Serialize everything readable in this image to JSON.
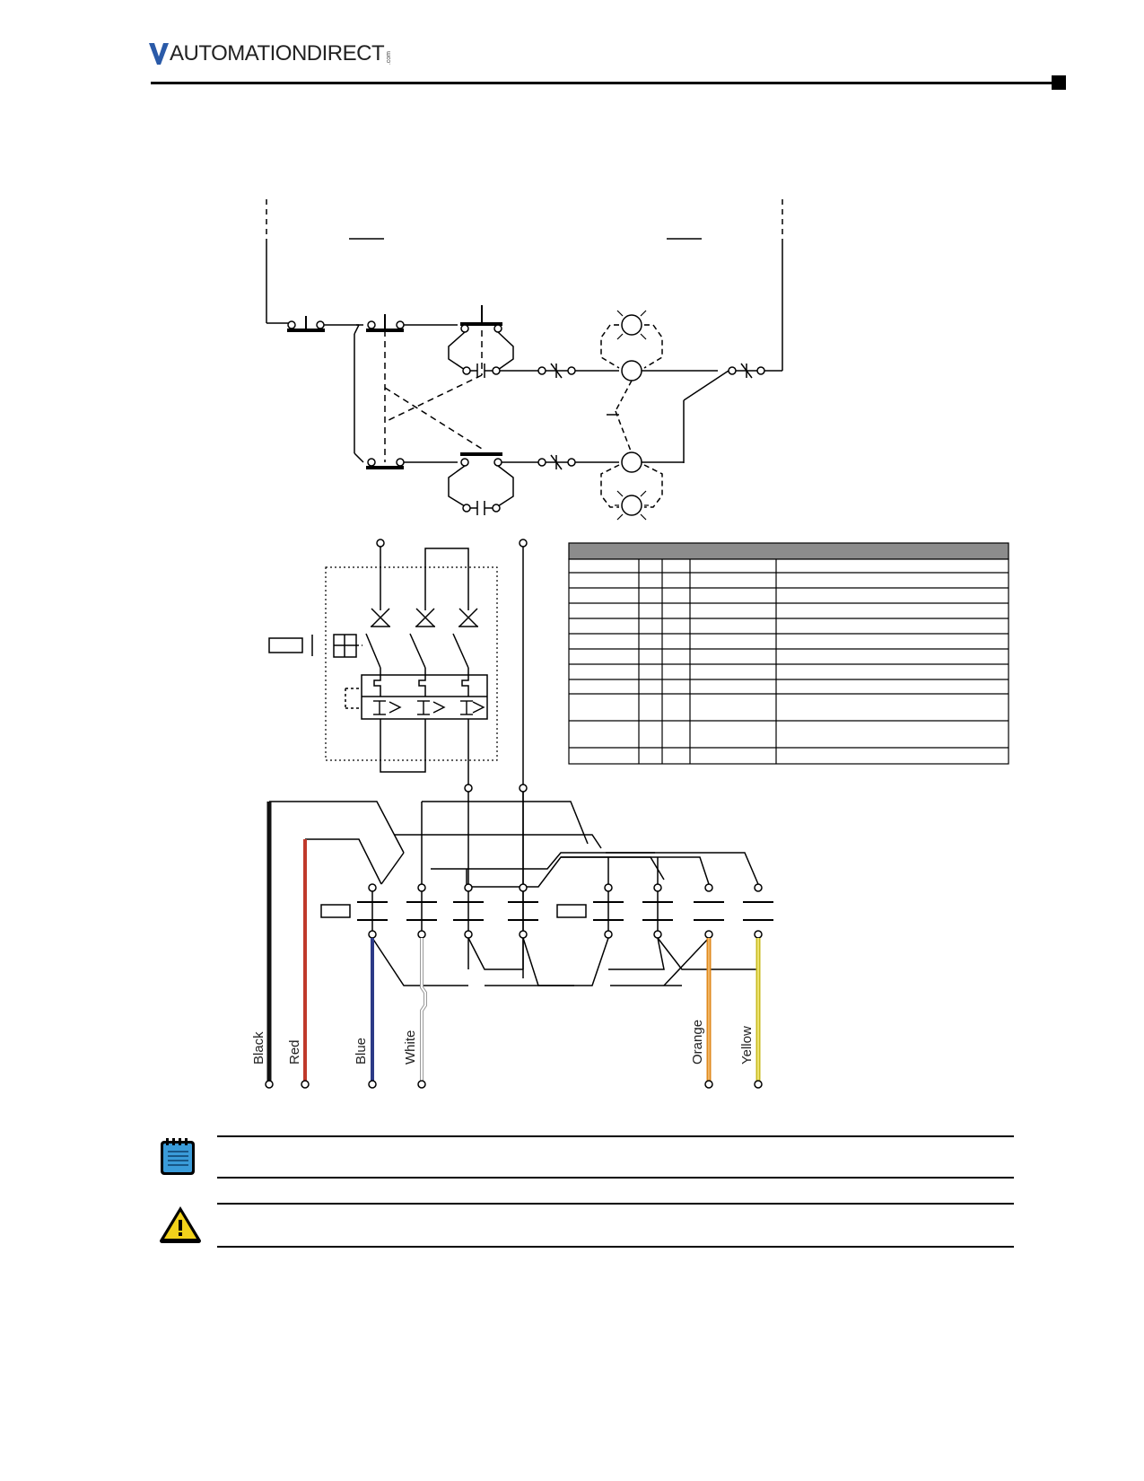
{
  "header": {
    "logo_text": "AUTOMATIONDIRECT",
    "logo_suffix": ".com",
    "brand_color": "#2a5aa8"
  },
  "diagram": {
    "wire_labels": [
      "Black",
      "Red",
      "Blue",
      "White",
      "Orange",
      "Yellow"
    ],
    "wire_colors": {
      "Black": "#111111",
      "Red": "#c0392b",
      "Blue": "#2c3a87",
      "White": "#bbbbbb",
      "Orange": "#e08a1e",
      "Yellow": "#e6d93a"
    },
    "table_rows": 13,
    "table_header_color": "#8c8c8c"
  },
  "callouts": {
    "note_icon": "notepad-icon",
    "warning_icon": "warning-triangle-icon",
    "note_color": "#3a9bd9",
    "warning_color": "#f2d21b"
  }
}
